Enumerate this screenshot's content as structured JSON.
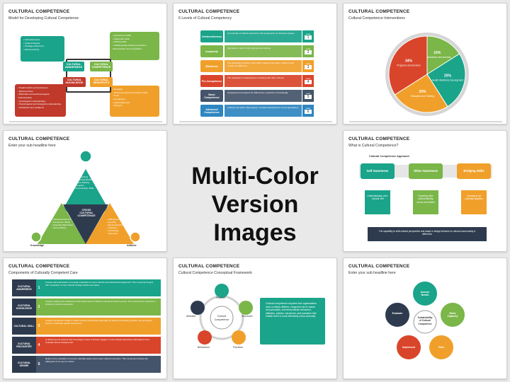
{
  "center": {
    "line1": "Multi-Color",
    "line2": "Version Images"
  },
  "s1": {
    "title": "CULTURAL COMPETENCE",
    "subtitle": "Model for Developing Cultural Competence",
    "box_green": [
      "Self-awareness",
      "Cultural identity",
      "Heritage adherence",
      "Ethnocentricity"
    ],
    "box_teal": [
      "Assessment skills",
      "Diagnostic skills",
      "Clinical skills",
      "Challenging/modifying prejudices, discrimination and inequalities"
    ],
    "box_red": [
      "Health beliefs and behaviours",
      "Ethnocentrism",
      "Bifurcation and anthropological understanding",
      "Sociological understanding",
      "Psychological and biological understanding",
      "Similarities and variations"
    ],
    "box_orange": [
      "Empathy",
      "Interpersonal/communication skills",
      "Trust",
      "Acceptance",
      "Appropriateness",
      "Respect"
    ],
    "labels": {
      "a": "CULTURAL AWARENESS",
      "b": "CULTURAL COMPETENCE",
      "c": "CULTURAL KNOWLEDGE",
      "d": "CULTURAL SENSITIVITY"
    }
  },
  "s2": {
    "title": "CULTURAL COMPETENCE",
    "subtitle": "6 Levels of Cultural Competency",
    "levels": [
      {
        "label": "Destructiveness",
        "num": "1",
        "text": "An example of cultural superiority and suppression by dominant groups",
        "color": "#1aa48a"
      },
      {
        "label": "Incapacity",
        "num": "2",
        "text": "Ignorance or fear of other groups and cultures",
        "color": "#7ab648"
      },
      {
        "label": "Blindness",
        "num": "3",
        "text": "The philosophy of being \"color blind\"; believe that culture, class or race creates no difference",
        "color": "#f0a02a"
      },
      {
        "label": "Pre-Competence",
        "num": "4",
        "text": "The realization of weaknesses in working with other cultures",
        "color": "#d9452b"
      },
      {
        "label": "Basic Competence",
        "num": "5",
        "text": "Acceptance and respect for differences; expansion of knowledge",
        "color": "#44546a"
      },
      {
        "label": "Advanced Competence",
        "num": "6",
        "text": "Cultures are held in high esteem; constant development of new approaches",
        "color": "#2e86c1"
      }
    ],
    "tag": "Level"
  },
  "s3": {
    "title": "CULTURAL COMPETENCE",
    "subtitle": "Cultural Competence Interventions",
    "chart_data": {
      "type": "pie",
      "slices": [
        {
          "label": "Organizations and services",
          "value": 16,
          "color": "#7ab648"
        },
        {
          "label": "Health Workforce Development",
          "value": 25,
          "color": "#1aa48a"
        },
        {
          "label": "Education and Training",
          "value": 25,
          "color": "#f0a02a"
        },
        {
          "label": "Programs and Services",
          "value": 34,
          "color": "#d9452b"
        }
      ]
    }
  },
  "s4": {
    "title": "CULTURAL COMPETENCE",
    "subtitle": "Enter your sub headline here",
    "top": "Skills",
    "left": "Knowledge",
    "right": "Attitude",
    "center": "CROSS CULTURAL COMPETENCE",
    "skills_list": [
      "Self-Monitoring",
      "Relationship Building",
      "Rapport Building",
      "Perception",
      "Communication Skills"
    ],
    "knowledge_list": [
      "Cultural Awareness",
      "Perspective Taking",
      "Integrative Big-Picture",
      "Sense Making"
    ],
    "attitude_list": [
      "Willingness to engage",
      "Empathy",
      "Emotional Self-Regulation",
      "Tolerance",
      "Uncertainty",
      "Openness"
    ]
  },
  "s5": {
    "title": "CULTURAL COMPETENCE",
    "subtitle": "What is Cultural Competence?",
    "approach": "Cultural Competence Approach",
    "steps": [
      "Self Awareness",
      "Other Awareness",
      "Bridging Skills"
    ],
    "desc": [
      "Understanding one's 'cultural' self",
      "Exploring other cultural identity, norms and beliefs",
      "Learning to be culturally adaptive"
    ],
    "bottom": "The capability to shift cultural perspective and adapt or bridge behavior to cultural commonality & difference"
  },
  "s6": {
    "title": "CULTURAL COMPETENCE",
    "subtitle": "Components of Culturally Competent Care",
    "items": [
      {
        "label": "CULTURAL AWARENESS",
        "num": "1",
        "color": "#1aa48a",
        "text": "Involves self-examination of in-depth exploration of one's cultural and professional background. This component begins with recognition of one's cultural heritage beliefs and values."
      },
      {
        "label": "CULTURAL KNOWLEDGE",
        "num": "2",
        "color": "#7ab648",
        "text": "Involves seeking and obtaining an information base on different cultural and ethnic groups. The component is important to achieving cultural competence."
      },
      {
        "label": "CULTURAL SKILL",
        "num": "3",
        "color": "#f0a02a",
        "text": "Involves the learner's ability to collect relevant cultural data regarding the patient's presenting problem, and accurately perform a culturally specific assessment."
      },
      {
        "label": "CULTURAL ENCOUNTER",
        "num": "4",
        "color": "#d9452b",
        "text": "Is defined as the process that encourages nurses to directly engage in cross-cultural interactions with patients from culturally diverse backgrounds."
      },
      {
        "label": "CULTURAL DESIRE",
        "num": "5",
        "color": "#44546a",
        "text": "Refers to the motivation to become culturally aware and to seek cultural encounters. This component involves the willingness to be open to others."
      }
    ]
  },
  "s7": {
    "title": "CULTURAL COMPETENCE",
    "subtitle": "Cultural Competence Conceptual Framework",
    "center": "Cultural Competence",
    "nodes": [
      "Purpose",
      "Structures",
      "Practices",
      "Behaviours",
      "Attitudes"
    ],
    "note": "Cultural competence requires that organizations have a clearly defined, congruent set of values and principles, and demonstrate behaviors, attitudes, policies, structures, and practices that enable them to work effectively cross-culturally."
  },
  "s8": {
    "title": "CULTURAL COMPETENCE",
    "subtitle": "Enter your sub headline here",
    "center": "Sustainability of Cultural Competence",
    "nodes": [
      "Assess Needs",
      "Build Capacity",
      "Plan",
      "Implement",
      "Evaluate"
    ]
  }
}
